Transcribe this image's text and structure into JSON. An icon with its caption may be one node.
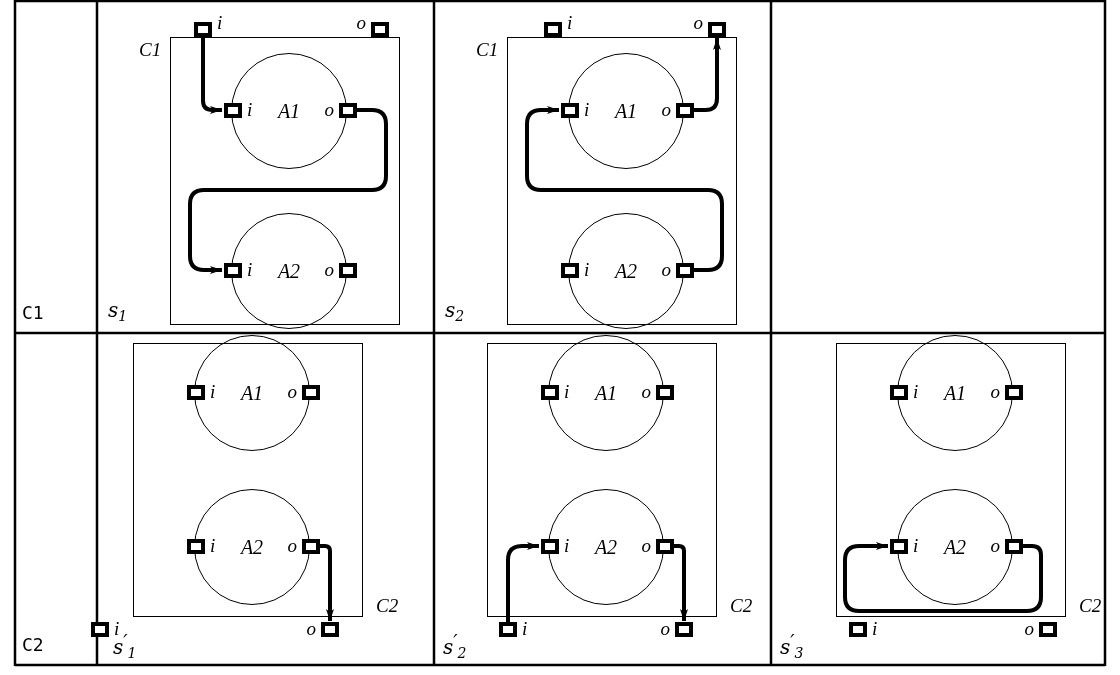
{
  "diagram": {
    "nodes": [
      {
        "text": [
          "C1"
        ]
      },
      {
        "text": [
          "i"
        ]
      },
      {
        "text": [
          "o"
        ]
      },
      {
        "text": [
          "A1"
        ],
        "in": 0
      },
      {
        "text": [
          "i"
        ],
        "in": 3
      },
      {
        "text": [
          "o"
        ],
        "in": 3
      },
      {
        "text": [
          "A2"
        ],
        "in": 0
      },
      {
        "text": [
          "i"
        ],
        "in": 6
      },
      {
        "text": [
          "o"
        ],
        "in": 6
      },
      {
        "text": [
          "C1"
        ]
      },
      {
        "text": [
          "i"
        ]
      },
      {
        "text": [
          "o"
        ]
      },
      {
        "text": [
          "A1"
        ],
        "in": 9
      },
      {
        "text": [
          "i"
        ],
        "in": 12
      },
      {
        "text": [
          "o"
        ],
        "in": 12
      },
      {
        "text": [
          "A2"
        ],
        "in": 9
      },
      {
        "text": [
          "i"
        ],
        "in": 15
      },
      {
        "text": [
          "o"
        ],
        "in": 15
      },
      {
        "text": [
          "C2"
        ]
      },
      {
        "text": [
          "i"
        ]
      },
      {
        "text": [
          "o"
        ]
      },
      {
        "text": [
          "A1"
        ],
        "in": 18
      },
      {
        "text": [
          "i"
        ],
        "in": 21
      },
      {
        "text": [
          "o"
        ],
        "in": 21
      },
      {
        "text": [
          "A2"
        ],
        "in": 18
      },
      {
        "text": [
          "i"
        ],
        "in": 24
      },
      {
        "text": [
          "o"
        ],
        "in": 24
      },
      {
        "text": [
          "C2"
        ]
      },
      {
        "text": [
          "i"
        ]
      },
      {
        "text": [
          "o"
        ]
      },
      {
        "text": [
          "A1"
        ],
        "in": 27
      },
      {
        "text": [
          "i"
        ],
        "in": 30
      },
      {
        "text": [
          "o"
        ],
        "in": 30
      },
      {
        "text": [
          "A2"
        ],
        "in": 27
      },
      {
        "text": [
          "i"
        ],
        "in": 33
      },
      {
        "text": [
          "o"
        ],
        "in": 33
      },
      {
        "text": [
          "C2"
        ]
      },
      {
        "text": [
          "i"
        ]
      },
      {
        "text": [
          "o"
        ]
      },
      {
        "text": [
          "A1"
        ],
        "in": 36
      },
      {
        "text": [
          "i"
        ],
        "in": 39
      },
      {
        "text": [
          "o"
        ],
        "in": 39
      },
      {
        "text": [
          "A2"
        ],
        "in": 36
      },
      {
        "text": [
          "i"
        ],
        "in": 42
      },
      {
        "text": [
          "o"
        ],
        "in": 42
      }
    ],
    "edges": [
      {
        "from": 1,
        "to": 4,
        "arrow": "to"
      },
      {
        "from": 5,
        "to": 7,
        "arrow": "to"
      },
      {
        "from": 17,
        "to": 13,
        "arrow": "to"
      },
      {
        "from": 14,
        "to": 11,
        "arrow": "to"
      },
      {
        "from": 26,
        "to": 20,
        "arrow": "to"
      },
      {
        "from": 28,
        "to": 34,
        "arrow": "to"
      },
      {
        "from": 35,
        "to": 29,
        "arrow": "to"
      },
      {
        "from": 44,
        "to": 43,
        "arrow": "to"
      }
    ],
    "labels": [
      "C1",
      "s$_{1}$",
      "s$_{2}$",
      "C2",
      "s$^{′}$$_{1}$",
      "s$^{′}$$_{2}$",
      "s$^{′}$$_{3}$"
    ]
  }
}
